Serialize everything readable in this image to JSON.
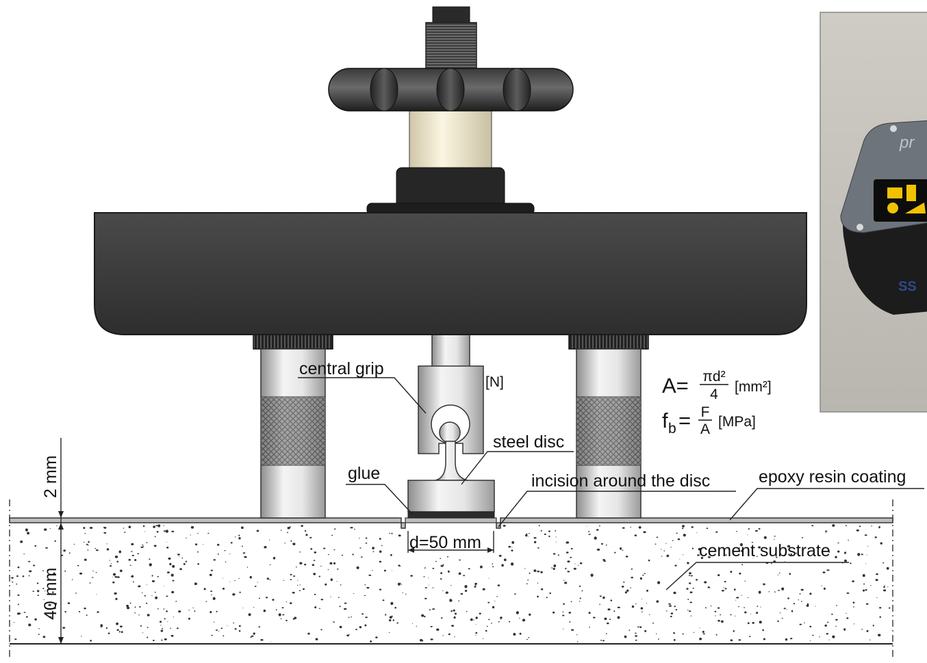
{
  "labels": {
    "central_grip": "central grip",
    "force_unit": "[N]",
    "steel_disc": "steel disc",
    "glue": "glue",
    "incision": "incision around the disc",
    "epoxy": "epoxy resin coating",
    "cement": "cement substrate",
    "diameter": "d=50 mm",
    "coating_thickness": "2 mm",
    "substrate_thickness": "40 mm"
  },
  "formulas": {
    "area": {
      "lhs": "A=",
      "numerator": "πd²",
      "denominator": "4",
      "unit": "[mm²]"
    },
    "strength": {
      "lhs_main": "f",
      "lhs_sub": "b",
      "equals": "=",
      "numerator": "F",
      "denominator": "A",
      "unit": "[MPa]"
    }
  },
  "photo": {
    "brand_text": "pr",
    "side_text": "SS"
  }
}
